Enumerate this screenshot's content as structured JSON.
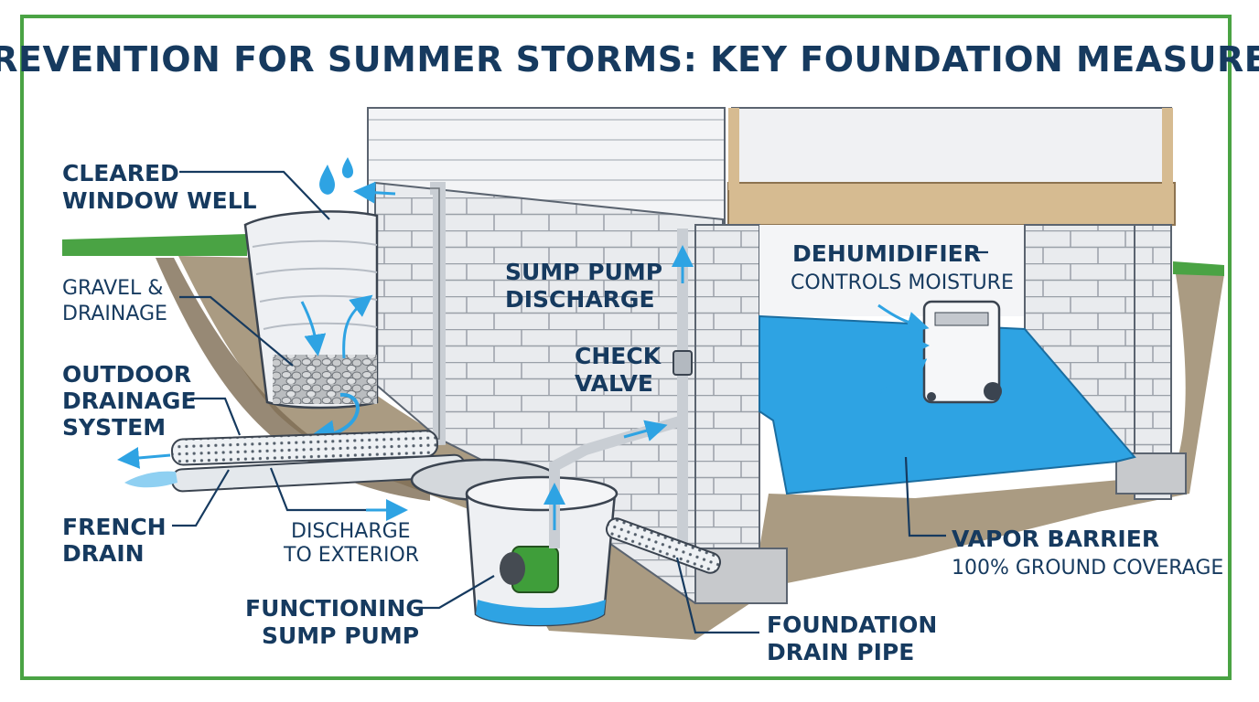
{
  "title": "PREVENTION FOR SUMMER STORMS: KEY FOUNDATION MEASURES",
  "labels": {
    "window_well": [
      "CLEARED",
      "WINDOW WELL"
    ],
    "gravel": [
      "GRAVEL &",
      "DRAINAGE"
    ],
    "outdoor_drainage": [
      "OUTDOOR",
      "DRAINAGE",
      "SYSTEM"
    ],
    "french_drain": [
      "FRENCH",
      "DRAIN"
    ],
    "discharge_exterior": [
      "DISCHARGE",
      "TO EXTERIOR"
    ],
    "sump_discharge": [
      "SUMP PUMP",
      "DISCHARGE"
    ],
    "check_valve": [
      "CHECK",
      "VALVE"
    ],
    "sump_pump": [
      "FUNCTIONING",
      "SUMP PUMP"
    ],
    "foundation_drain": [
      "FOUNDATION",
      "DRAIN PIPE"
    ],
    "dehumidifier": {
      "name": "DEHUMIDIFIER",
      "sub": "CONTROLS MOISTURE"
    },
    "vapor_barrier": {
      "name": "VAPOR BARRIER",
      "sub": "100% GROUND COVERAGE"
    }
  },
  "colors": {
    "frame": "#4aa344",
    "text": "#163a5f",
    "water": "#2ea3e3",
    "soil": "#9b8a6c",
    "grass": "#4aa344"
  }
}
